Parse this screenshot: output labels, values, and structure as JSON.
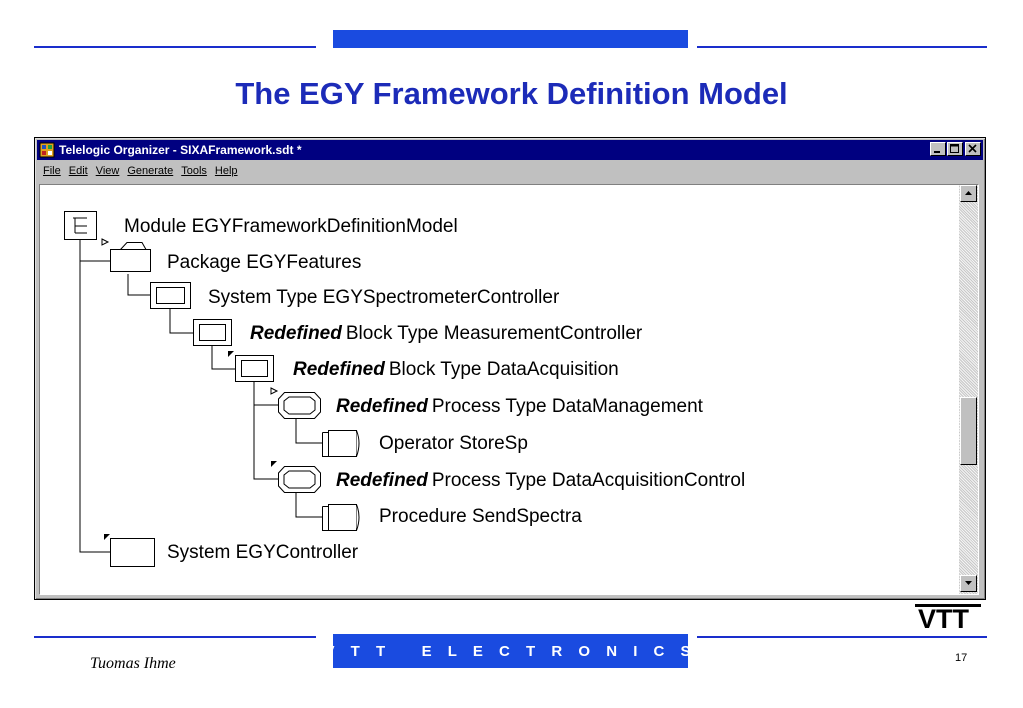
{
  "slide": {
    "title": "The EGY Framework Definition Model",
    "author": "Tuomas Ihme",
    "footer_text": "V T T   E L E C T R O N I C S",
    "page_number": "17",
    "logo_text": "VTT"
  },
  "window": {
    "title": "Telelogic Organizer - SIXAFramework.sdt *",
    "menu": [
      {
        "label": "File"
      },
      {
        "label": "Edit"
      },
      {
        "label": "View"
      },
      {
        "label": "Generate"
      },
      {
        "label": "Tools"
      },
      {
        "label": "Help"
      }
    ]
  },
  "tree": [
    {
      "keyword": "",
      "label": "Module EGYFrameworkDefinitionModel",
      "symbol": "module-icon"
    },
    {
      "keyword": "",
      "label": "Package EGYFeatures",
      "symbol": "package-icon"
    },
    {
      "keyword": "",
      "label": "System Type EGYSpectrometerController",
      "symbol": "system-type-icon"
    },
    {
      "keyword": "Redefined",
      "label": "Block Type MeasurementController",
      "symbol": "block-type-icon"
    },
    {
      "keyword": "Redefined",
      "label": "Block Type DataAcquisition",
      "symbol": "block-type-icon"
    },
    {
      "keyword": "Redefined",
      "label": "Process Type DataManagement",
      "symbol": "process-type-icon"
    },
    {
      "keyword": "",
      "label": "Operator StoreSp",
      "symbol": "operator-icon"
    },
    {
      "keyword": "Redefined",
      "label": "Process Type DataAcquisitionControl",
      "symbol": "process-type-icon"
    },
    {
      "keyword": "",
      "label": "Procedure SendSpectra",
      "symbol": "procedure-icon"
    },
    {
      "keyword": "",
      "label": "System EGYController",
      "symbol": "system-icon"
    }
  ]
}
